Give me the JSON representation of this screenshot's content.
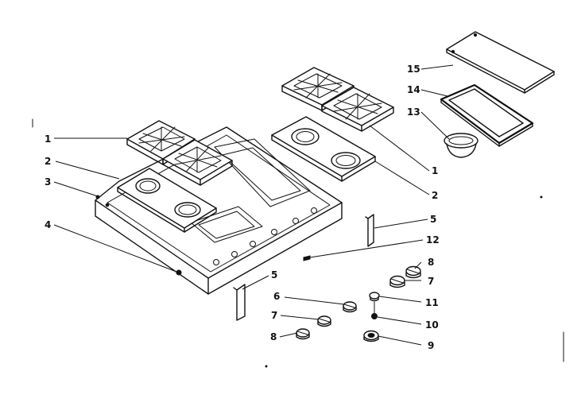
{
  "labels": {
    "l1_left": "1",
    "l2_left": "2",
    "l3": "3",
    "l4": "4",
    "l5_lower": "5",
    "l6": "6",
    "l7_lower": "7",
    "l8_lower": "8",
    "l15": "15",
    "l14": "14",
    "l13": "13",
    "l1_right": "1",
    "l2_right": "2",
    "l5_right": "5",
    "l12": "12",
    "l8_right": "8",
    "l7_right": "7",
    "l11": "11",
    "l10": "10",
    "l9": "9"
  }
}
